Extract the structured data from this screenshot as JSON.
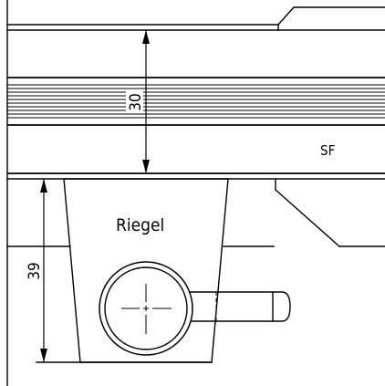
{
  "drawing": {
    "dimension_top": "30",
    "dimension_left": "39",
    "label_frame": "SF",
    "label_part": "Riegel"
  }
}
